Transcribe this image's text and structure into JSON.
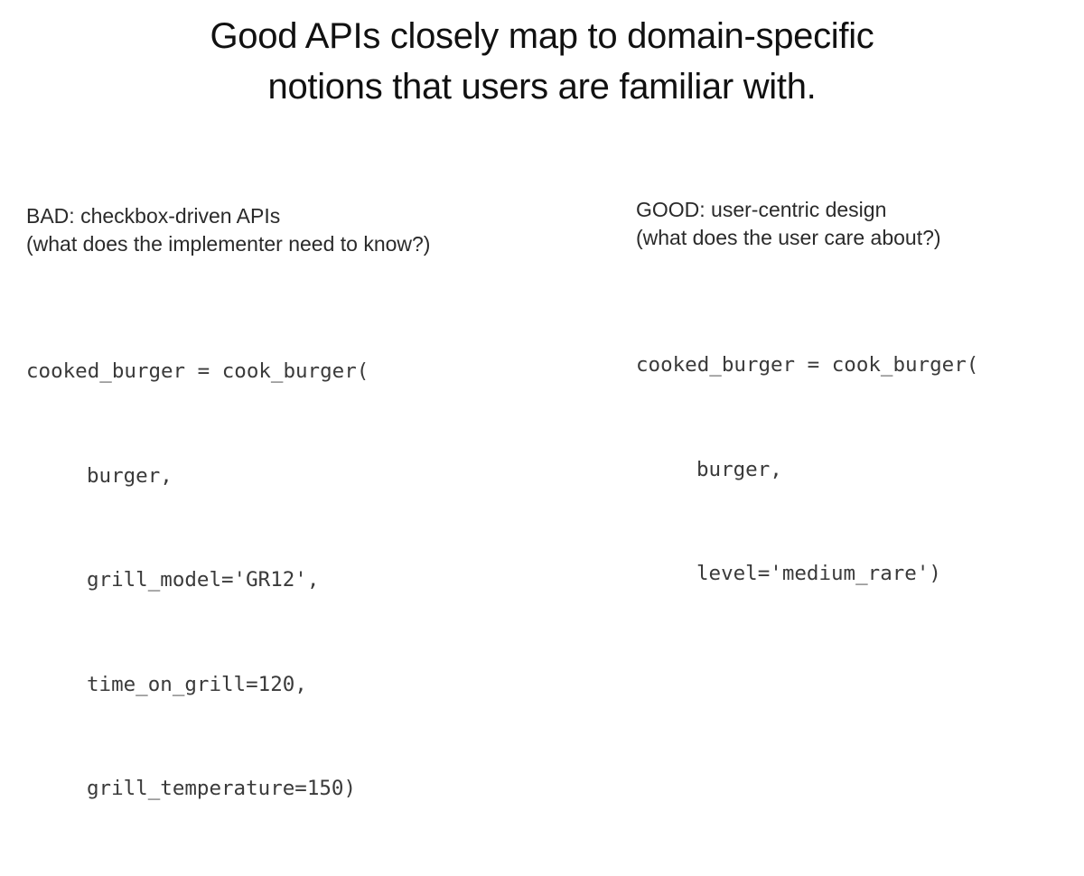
{
  "slide": {
    "title": {
      "lines": [
        "Good APIs closely map to domain-specific",
        "notions that users are familiar with."
      ]
    },
    "bad": {
      "heading_lines": [
        "BAD: checkbox-driven APIs",
        "(what does the implementer need to know?)"
      ],
      "code_lines": [
        "cooked_burger = cook_burger(",
        "burger,",
        "grill_model='GR12',",
        "time_on_grill=120,",
        "grill_temperature=150)"
      ]
    },
    "good": {
      "heading_lines": [
        "GOOD: user-centric design",
        "(what does the user care about?)"
      ],
      "code_lines": [
        "cooked_burger = cook_burger(",
        "burger,",
        "level='medium_rare')"
      ]
    }
  },
  "colors": {
    "background": "#ffffff",
    "title_text": "#111111",
    "heading_text": "#2a2a2a",
    "code_text": "#3a3a3a"
  }
}
